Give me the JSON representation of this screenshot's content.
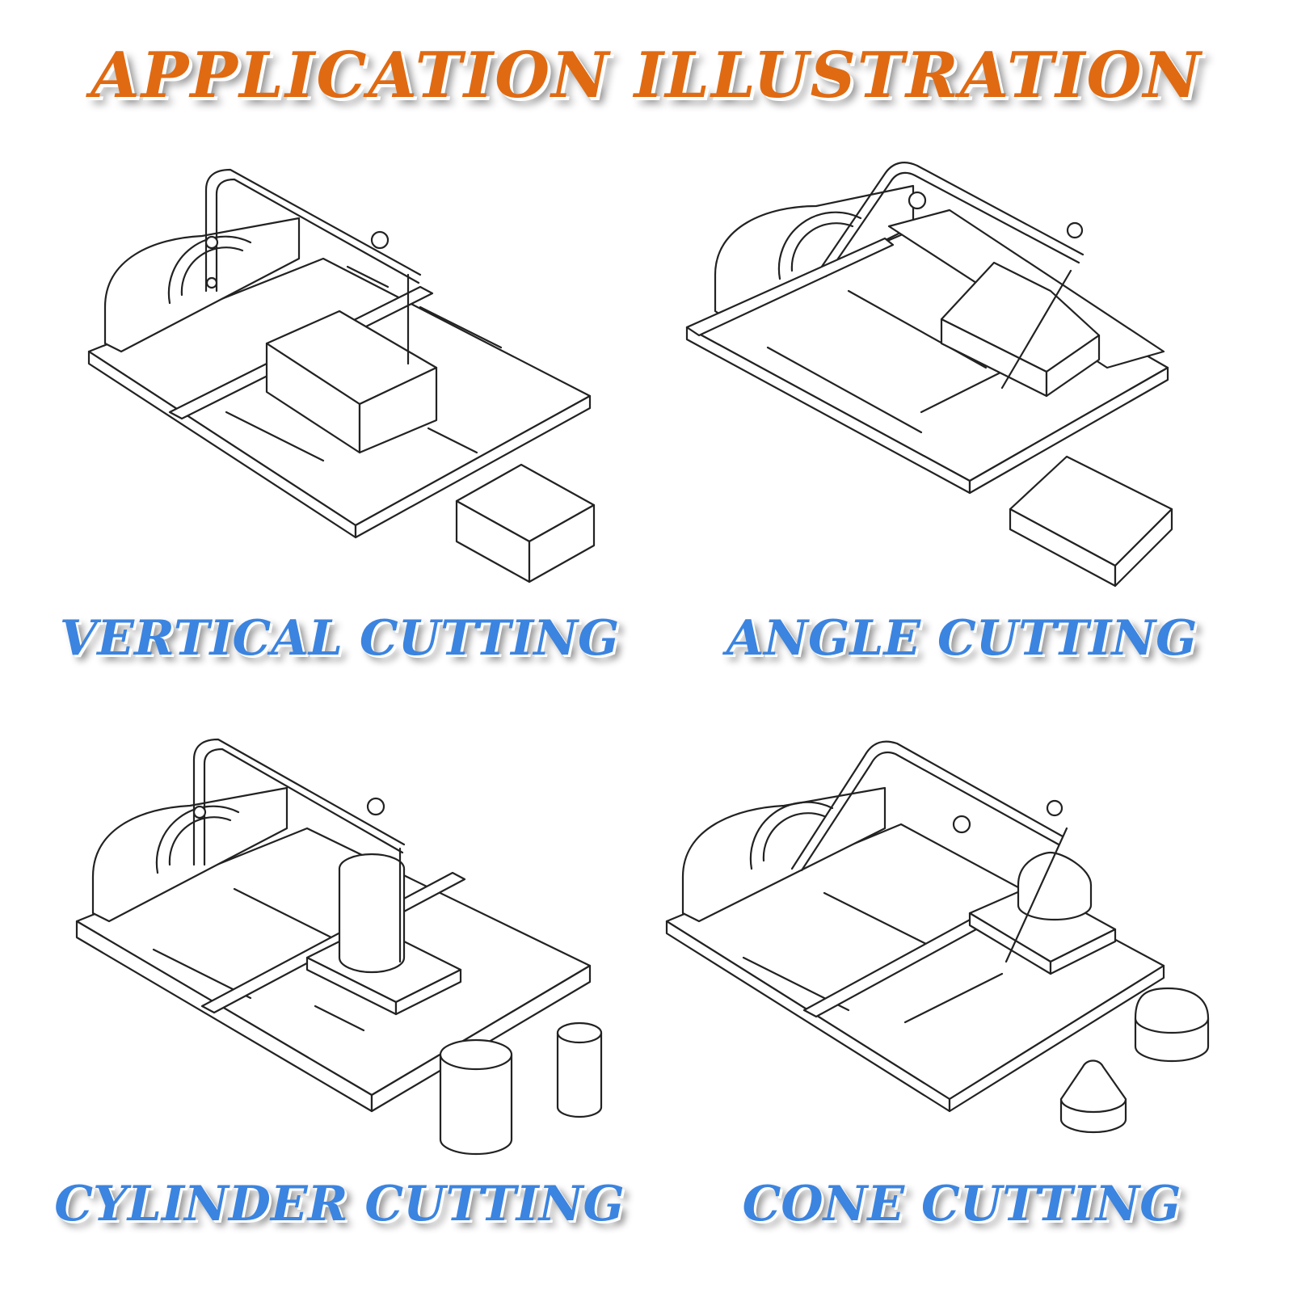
{
  "title": "APPLICATION ILLUSTRATION",
  "colors": {
    "title": "#e06a12",
    "caption": "#3b84e0",
    "line": "#222222"
  },
  "panels": [
    {
      "caption": "VERTICAL CUTTING",
      "result_shape": "rectangular-block"
    },
    {
      "caption": "ANGLE CUTTING",
      "result_shape": "bevelled-block"
    },
    {
      "caption": "CYLINDER CUTTING",
      "result_shape": "cylinder"
    },
    {
      "caption": "CONE CUTTING",
      "result_shape": "cone"
    }
  ]
}
